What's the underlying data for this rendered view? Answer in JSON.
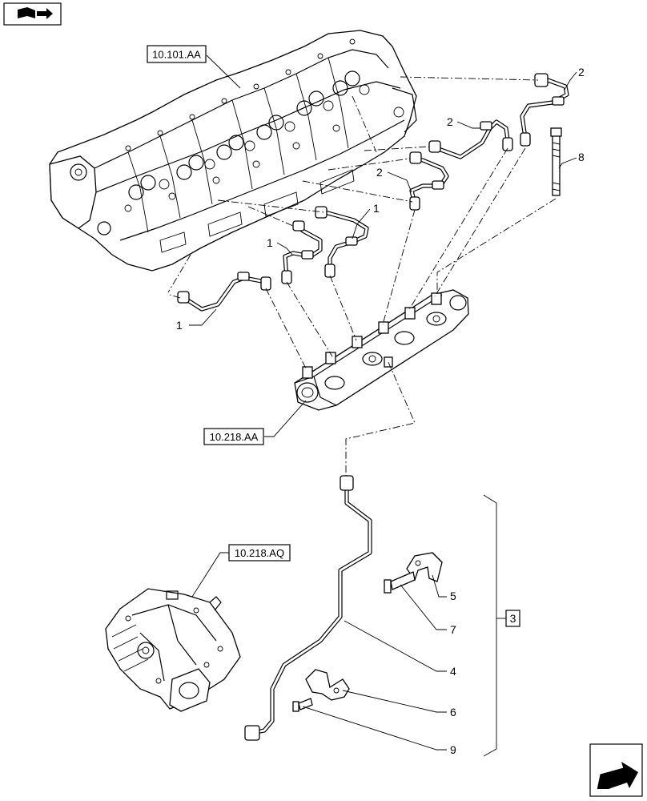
{
  "title": "",
  "references": {
    "cylinder_head": "10.101.AA",
    "fuel_rail": "10.218.AA",
    "injection_pump": "10.218.AQ"
  },
  "callouts": {
    "item_1a": "1",
    "item_1b": "1",
    "item_1c": "1",
    "item_2a": "2",
    "item_2b": "2",
    "item_2c": "2",
    "item_3": "3",
    "item_4": "4",
    "item_5": "5",
    "item_6": "6",
    "item_7": "7",
    "item_8": "8",
    "item_9": "9"
  },
  "icons": {
    "top_left": "book-navigation-icon",
    "bottom_right": "next-page-arrow-icon"
  },
  "colors": {
    "line": "#000000",
    "background": "#ffffff"
  }
}
